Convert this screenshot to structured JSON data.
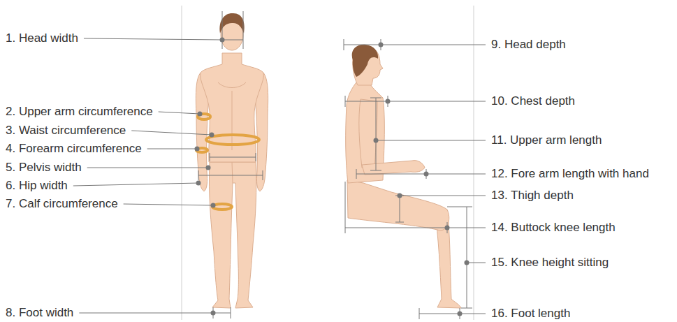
{
  "diagram": {
    "labels": [
      "1. Head width",
      "2. Upper arm circumference",
      "3. Waist circumference",
      "4. Forearm circumference",
      "5. Pelvis width",
      "6. Hip width",
      "7. Calf circumference",
      "8. Foot width",
      "9. Head depth",
      "10. Chest depth",
      "11. Upper arm length",
      "12. Fore arm length with hand",
      "13. Thigh depth",
      "14. Buttock knee length",
      "15. Knee height sitting",
      "16. Foot length"
    ]
  }
}
